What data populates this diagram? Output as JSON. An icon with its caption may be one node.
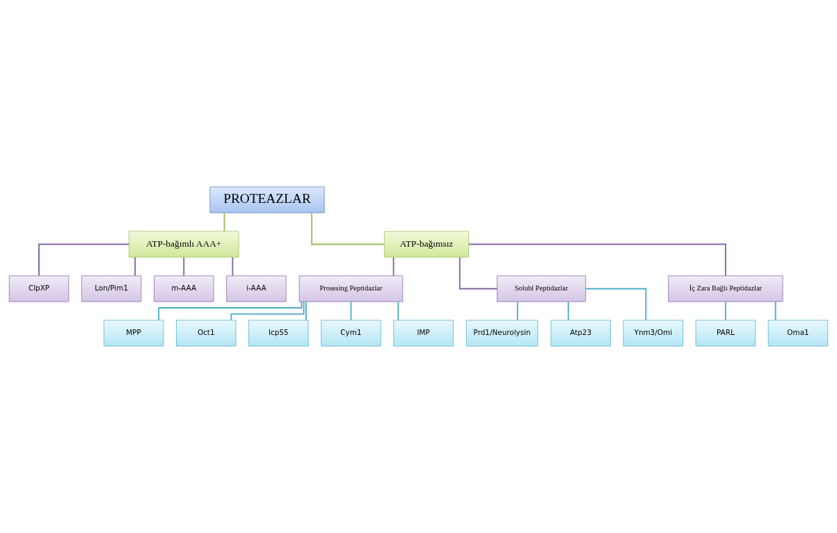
{
  "diagram": {
    "nodes": [
      {
        "text": [
          "PROTEAZLAR"
        ]
      },
      {
        "text": [
          "ATP-bağımlı AAA+"
        ]
      },
      {
        "text": [
          "ATP-bağımsız"
        ]
      },
      {
        "text": [
          "ClpXP"
        ]
      },
      {
        "text": [
          "Lon/Pim1"
        ]
      },
      {
        "text": [
          "m-AAA"
        ]
      },
      {
        "text": [
          "i-AAA"
        ]
      },
      {
        "text": [
          "Prosesing Peptidazlar"
        ]
      },
      {
        "text": [
          "Solubl Peptidazlar"
        ]
      },
      {
        "text": [
          "İç Zara Bağlı Peptidazlar"
        ]
      },
      {
        "text": [
          "MPP"
        ]
      },
      {
        "text": [
          "Oct1"
        ]
      },
      {
        "text": [
          "Icp55"
        ]
      },
      {
        "text": [
          "Cym1"
        ]
      },
      {
        "text": [
          "IMP"
        ]
      },
      {
        "text": [
          "Prd1/Neurolysin"
        ]
      },
      {
        "text": [
          "Atp23"
        ]
      },
      {
        "text": [
          "Ynm3/Omi"
        ]
      },
      {
        "text": [
          "PARL"
        ]
      },
      {
        "text": [
          "Oma1"
        ]
      }
    ],
    "edges": [
      {
        "from": 0,
        "to": 1,
        "arrow": "none",
        "color": "#9bbb59"
      },
      {
        "from": 0,
        "to": 2,
        "arrow": "none",
        "color": "#9bbb59"
      },
      {
        "from": 1,
        "to": 3,
        "arrow": "none",
        "color": "#8064a2"
      },
      {
        "from": 1,
        "to": 4,
        "arrow": "none",
        "color": "#8064a2"
      },
      {
        "from": 1,
        "to": 5,
        "arrow": "none",
        "color": "#8064a2"
      },
      {
        "from": 1,
        "to": 6,
        "arrow": "none",
        "color": "#8064a2"
      },
      {
        "from": 2,
        "to": 7,
        "arrow": "none",
        "color": "#8064a2"
      },
      {
        "from": 2,
        "to": 8,
        "arrow": "none",
        "color": "#8064a2"
      },
      {
        "from": 2,
        "to": 9,
        "arrow": "none",
        "color": "#8064a2"
      },
      {
        "from": 7,
        "to": 10,
        "arrow": "none"
      },
      {
        "from": 7,
        "to": 11,
        "arrow": "none"
      },
      {
        "from": 7,
        "to": 12,
        "arrow": "none"
      },
      {
        "from": 7,
        "to": 13,
        "arrow": "none"
      },
      {
        "from": 7,
        "to": 14,
        "arrow": "none"
      },
      {
        "from": 8,
        "to": 15,
        "arrow": "none"
      },
      {
        "from": 8,
        "to": 16,
        "arrow": "none"
      },
      {
        "from": 8,
        "to": 17,
        "arrow": "none"
      },
      {
        "from": 9,
        "to": 18,
        "arrow": "none"
      },
      {
        "from": 9,
        "to": 19,
        "arrow": "none"
      }
    ]
  }
}
